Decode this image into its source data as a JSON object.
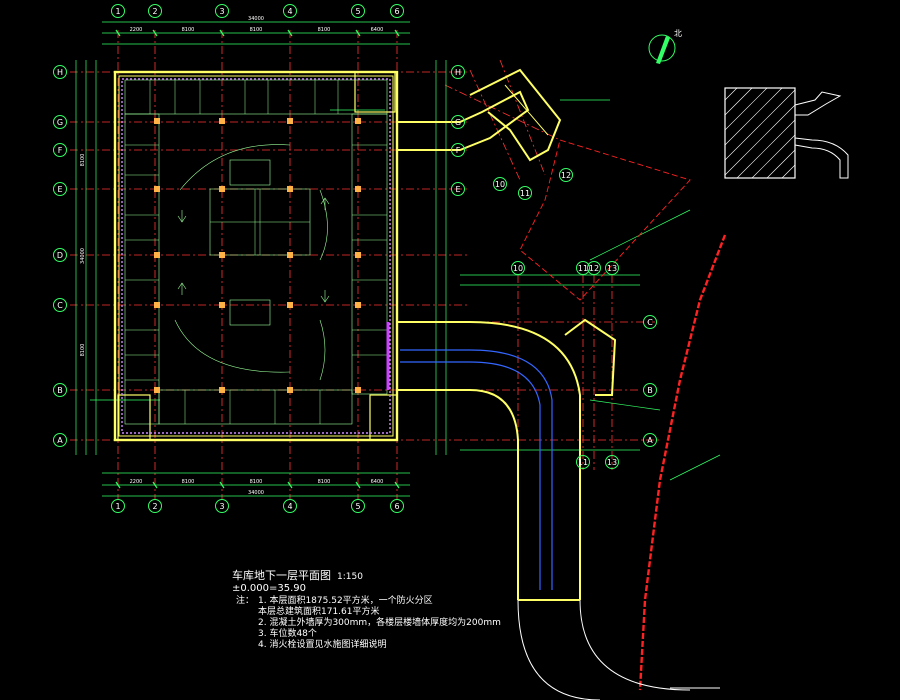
{
  "drawing": {
    "title": "车库地下一层平面图",
    "scale": "1:150",
    "elevation": "±0.000=35.90",
    "notes_lead": "注：",
    "notes": [
      "1. 本层面积1875.52平方米，一个防火分区",
      "本层总建筑面积171.61平方米",
      "2. 混凝土外墙厚为300mm，各楼层楼墙体厚度均为200mm",
      "3. 车位数48个",
      "4. 消火栓设置见水施图详细说明"
    ]
  },
  "grid": {
    "columns": [
      "1",
      "2",
      "3",
      "4",
      "5",
      "6"
    ],
    "rows": [
      "A",
      "B",
      "C",
      "D",
      "E",
      "F",
      "G",
      "H"
    ],
    "ramp_columns": [
      "10",
      "11",
      "12",
      "13"
    ],
    "dimensions": [
      "2200",
      "8100",
      "8100",
      "8100",
      "8100",
      "6400",
      "34000"
    ]
  },
  "labels": {
    "north_arrow": "北"
  },
  "colors": {
    "background": "#000000",
    "wall": "#ffff66",
    "column_hatch": "#ffb347",
    "grid_line": "#ff3333",
    "dimension": "#33ff66",
    "drive_lane": "#99ff99",
    "ramp_centerline": "#3366ff",
    "fire_boundary": "#ff2222",
    "text": "#ffffff"
  }
}
